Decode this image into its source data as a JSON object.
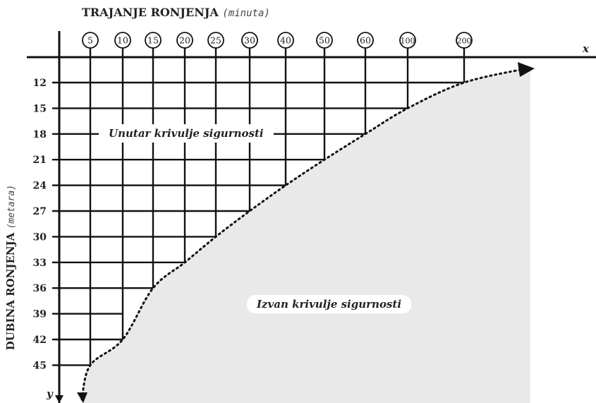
{
  "chart_data": {
    "type": "line",
    "title": "TRAJANJE RONJENJA",
    "title_unit": "(minuta)",
    "ylabel": "DUBINA RONJENJA",
    "ylabel_unit": "(metara)",
    "x_axis_label": "x",
    "y_axis_label": "y",
    "x_categories": [
      "5",
      "10",
      "15",
      "20",
      "25",
      "30",
      "40",
      "50",
      "60",
      "100",
      "200"
    ],
    "y_ticks": [
      "12",
      "15",
      "18",
      "21",
      "24",
      "27",
      "30",
      "33",
      "36",
      "39",
      "42",
      "45"
    ],
    "y_values": [
      12,
      15,
      18,
      21,
      24,
      27,
      30,
      33,
      36,
      39,
      42,
      45
    ],
    "max_depth_by_duration": [
      {
        "duration": "5",
        "depth": 45
      },
      {
        "duration": "10",
        "depth": 42
      },
      {
        "duration": "15",
        "depth": 36
      },
      {
        "duration": "20",
        "depth": 33
      },
      {
        "duration": "25",
        "depth": 30
      },
      {
        "duration": "30",
        "depth": 27
      },
      {
        "duration": "40",
        "depth": 24
      },
      {
        "duration": "50",
        "depth": 21
      },
      {
        "duration": "60",
        "depth": 18
      },
      {
        "duration": "100",
        "depth": 15
      },
      {
        "duration": "200",
        "depth": 12
      }
    ],
    "annotations": {
      "inside": "Unutar krivulje sigurnosti",
      "outside": "Izvan krivulje sigurnosti"
    },
    "colors": {
      "outside_fill": "#e9e9e9",
      "lines": "#111111"
    },
    "grid": true
  }
}
